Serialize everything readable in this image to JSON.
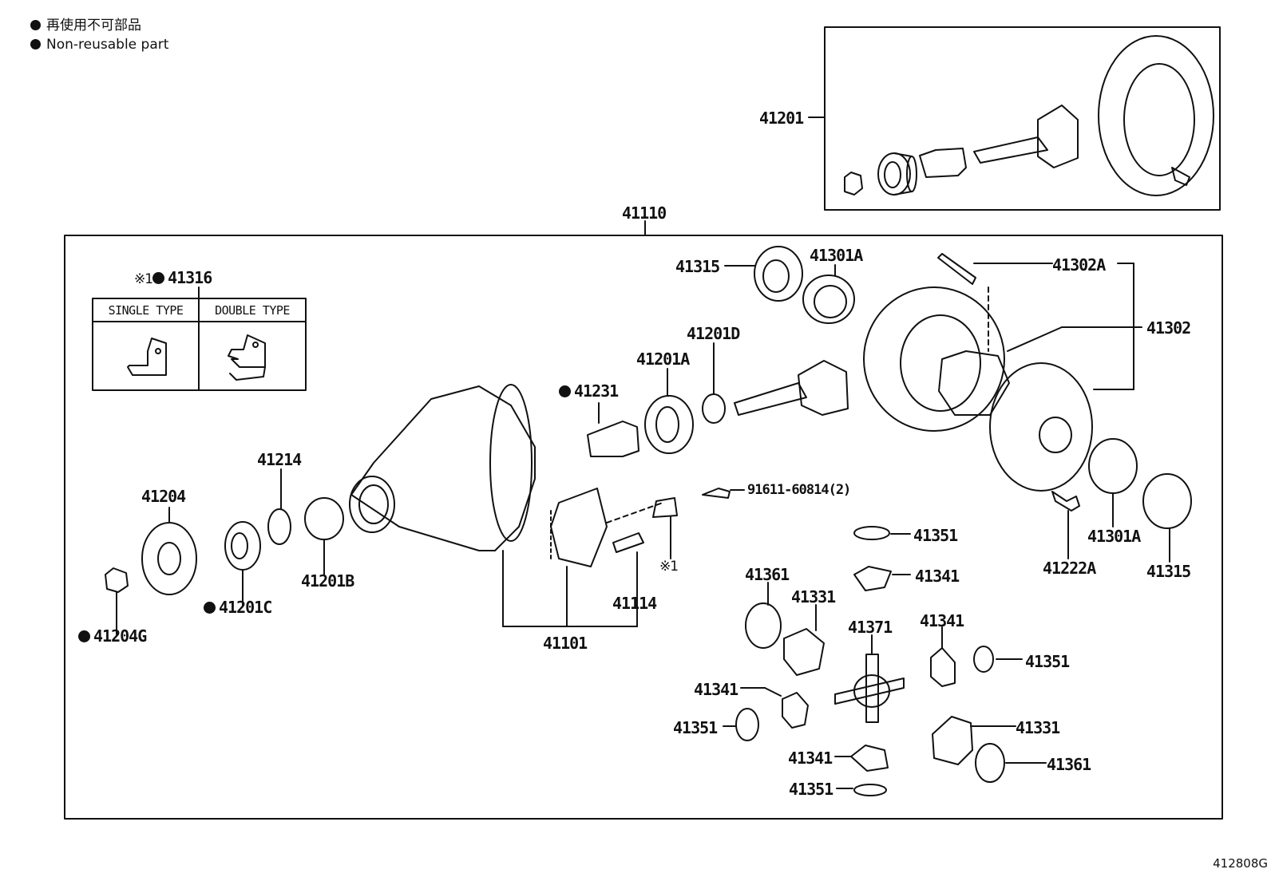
{
  "legend": {
    "line_ja": "再使用不可部品",
    "line_en": "Non-reusable part"
  },
  "diagram_id": "412808G",
  "table": {
    "col1": "SINGLE TYPE",
    "col2": "DOUBLE TYPE"
  },
  "note_mark": "※1",
  "parts": [
    {
      "id": "p41201",
      "num": "41201",
      "np": false
    },
    {
      "id": "p41110",
      "num": "41110",
      "np": false
    },
    {
      "id": "p41316",
      "num": "41316",
      "np": true,
      "prefix": "※1"
    },
    {
      "id": "p41315a",
      "num": "41315",
      "np": false
    },
    {
      "id": "p41301Aa",
      "num": "41301A",
      "np": false
    },
    {
      "id": "p41302A",
      "num": "41302A",
      "np": false
    },
    {
      "id": "p41302",
      "num": "41302",
      "np": false
    },
    {
      "id": "p41201D",
      "num": "41201D",
      "np": false
    },
    {
      "id": "p41201A",
      "num": "41201A",
      "np": false
    },
    {
      "id": "p41231",
      "num": "41231",
      "np": true
    },
    {
      "id": "p41214",
      "num": "41214",
      "np": false
    },
    {
      "id": "p41204",
      "num": "41204",
      "np": false
    },
    {
      "id": "p91611",
      "num": "91611-60814(2)",
      "np": false
    },
    {
      "id": "p41351a",
      "num": "41351",
      "np": false
    },
    {
      "id": "p41301Ab",
      "num": "41301A",
      "np": false
    },
    {
      "id": "p41222A",
      "num": "41222A",
      "np": false
    },
    {
      "id": "p41315b",
      "num": "41315",
      "np": false
    },
    {
      "id": "p41201B",
      "num": "41201B",
      "np": false
    },
    {
      "id": "p41361a",
      "num": "41361",
      "np": false
    },
    {
      "id": "p41341a",
      "num": "41341",
      "np": false
    },
    {
      "id": "p41201C",
      "num": "41201C",
      "np": true
    },
    {
      "id": "p41114",
      "num": "41114",
      "np": false
    },
    {
      "id": "p41331a",
      "num": "41331",
      "np": false
    },
    {
      "id": "p41204G",
      "num": "41204G",
      "np": true
    },
    {
      "id": "p41101",
      "num": "41101",
      "np": false
    },
    {
      "id": "p41371",
      "num": "41371",
      "np": false
    },
    {
      "id": "p41341b",
      "num": "41341",
      "np": false
    },
    {
      "id": "p41351b",
      "num": "41351",
      "np": false
    },
    {
      "id": "p41341c",
      "num": "41341",
      "np": false
    },
    {
      "id": "p41351c",
      "num": "41351",
      "np": false
    },
    {
      "id": "p41331b",
      "num": "41331",
      "np": false
    },
    {
      "id": "p41341d",
      "num": "41341",
      "np": false
    },
    {
      "id": "p41361b",
      "num": "41361",
      "np": false
    },
    {
      "id": "p41351d",
      "num": "41351",
      "np": false
    }
  ]
}
